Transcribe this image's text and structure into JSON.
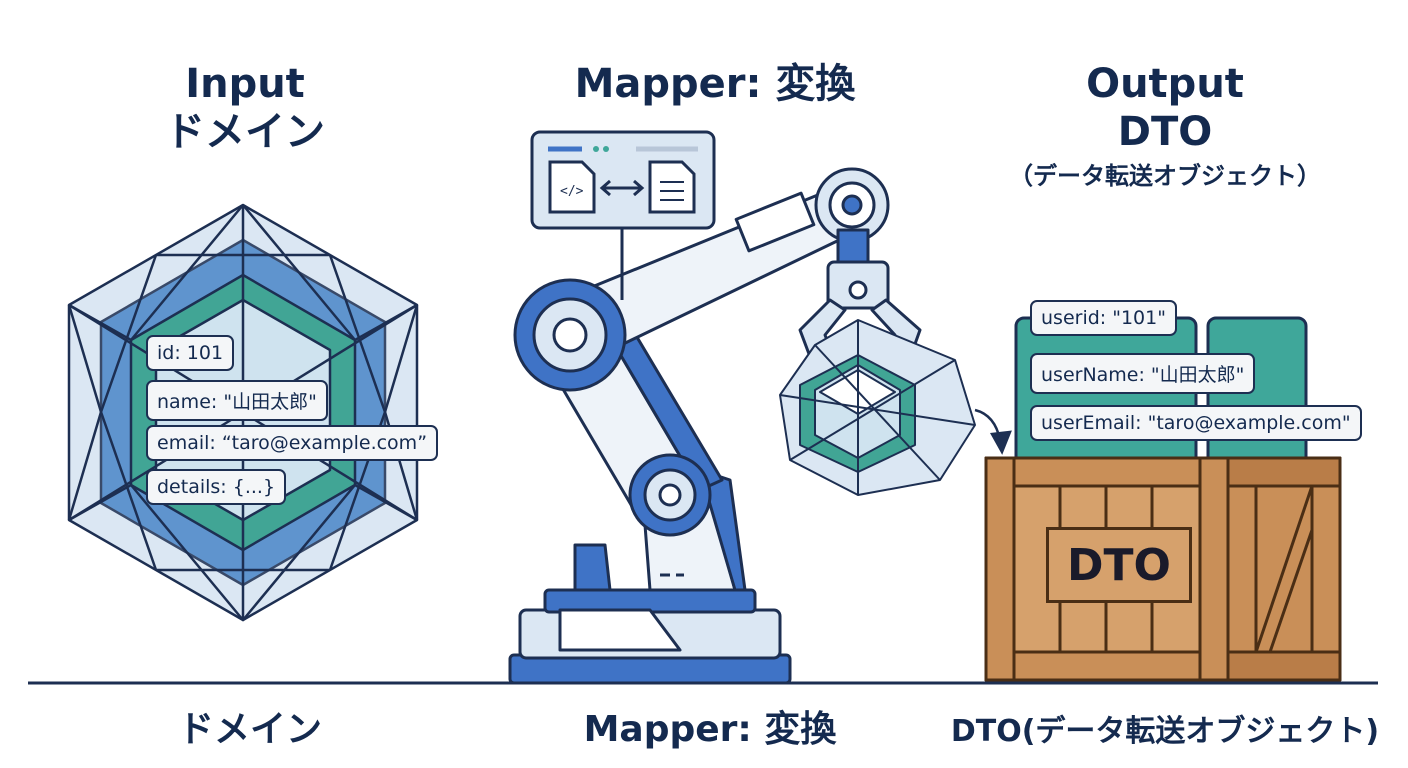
{
  "headers": {
    "input": {
      "title": "Input",
      "subtitle": "ドメイン"
    },
    "mapper": {
      "title": "Mapper: 変換"
    },
    "output": {
      "title": "Output",
      "subtitle": "DTO",
      "note": "（データ転送オブジェクト）"
    }
  },
  "input_fields": [
    {
      "text": "id: 101"
    },
    {
      "text": "name: \"山田太郎\""
    },
    {
      "text": "email: “taro@example.com”"
    },
    {
      "text": "details: {...}"
    }
  ],
  "output_fields": [
    {
      "text": "userid: \"101\""
    },
    {
      "text": "userName: \"山田太郎\""
    },
    {
      "text": "userEmail: \"taro@example.com\""
    }
  ],
  "crate_label": "DTO",
  "bottom_labels": {
    "input": "ドメイン",
    "mapper": "Mapper: 変換",
    "output": "DTO(データ転送オブジェクト)"
  },
  "colors": {
    "navy": "#1d2f52",
    "blue": "#3f73c6",
    "teal": "#3fa79a",
    "light_blue": "#dbe7f3",
    "wood": "#d6a16c"
  }
}
